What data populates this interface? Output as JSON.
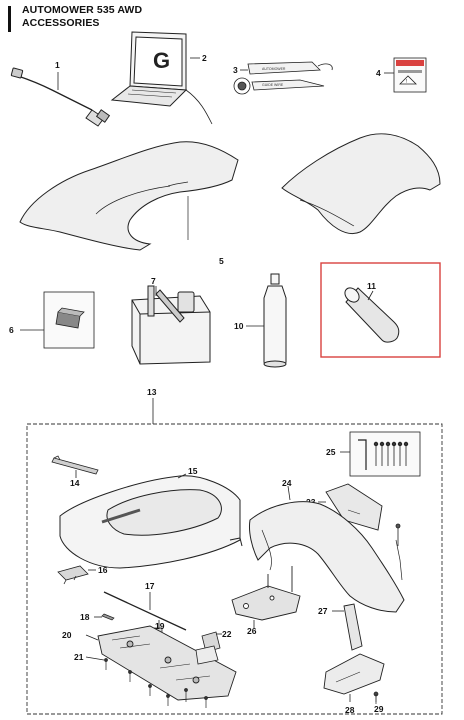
{
  "header": {
    "title": "AUTOMOWER 535 AWD",
    "subtitle": "ACCESSORIES"
  },
  "callouts": {
    "c1": "1",
    "c2": "2",
    "c3": "3",
    "c4": "4",
    "c5": "5",
    "c6": "6",
    "c7": "7",
    "c10": "10",
    "c11": "11",
    "c13": "13",
    "c14": "14",
    "c15": "15",
    "c16": "16",
    "c17": "17",
    "c18": "18",
    "c19": "19",
    "c20": "20",
    "c21": "21",
    "c22": "22",
    "c23": "23",
    "c24": "24",
    "c25": "25",
    "c26": "26",
    "c27": "27",
    "c28": "28",
    "c29": "29"
  },
  "colors": {
    "highlight_box": "#d9413f",
    "dashed_group": "#333333",
    "part_fill": "#e6e6e6"
  }
}
